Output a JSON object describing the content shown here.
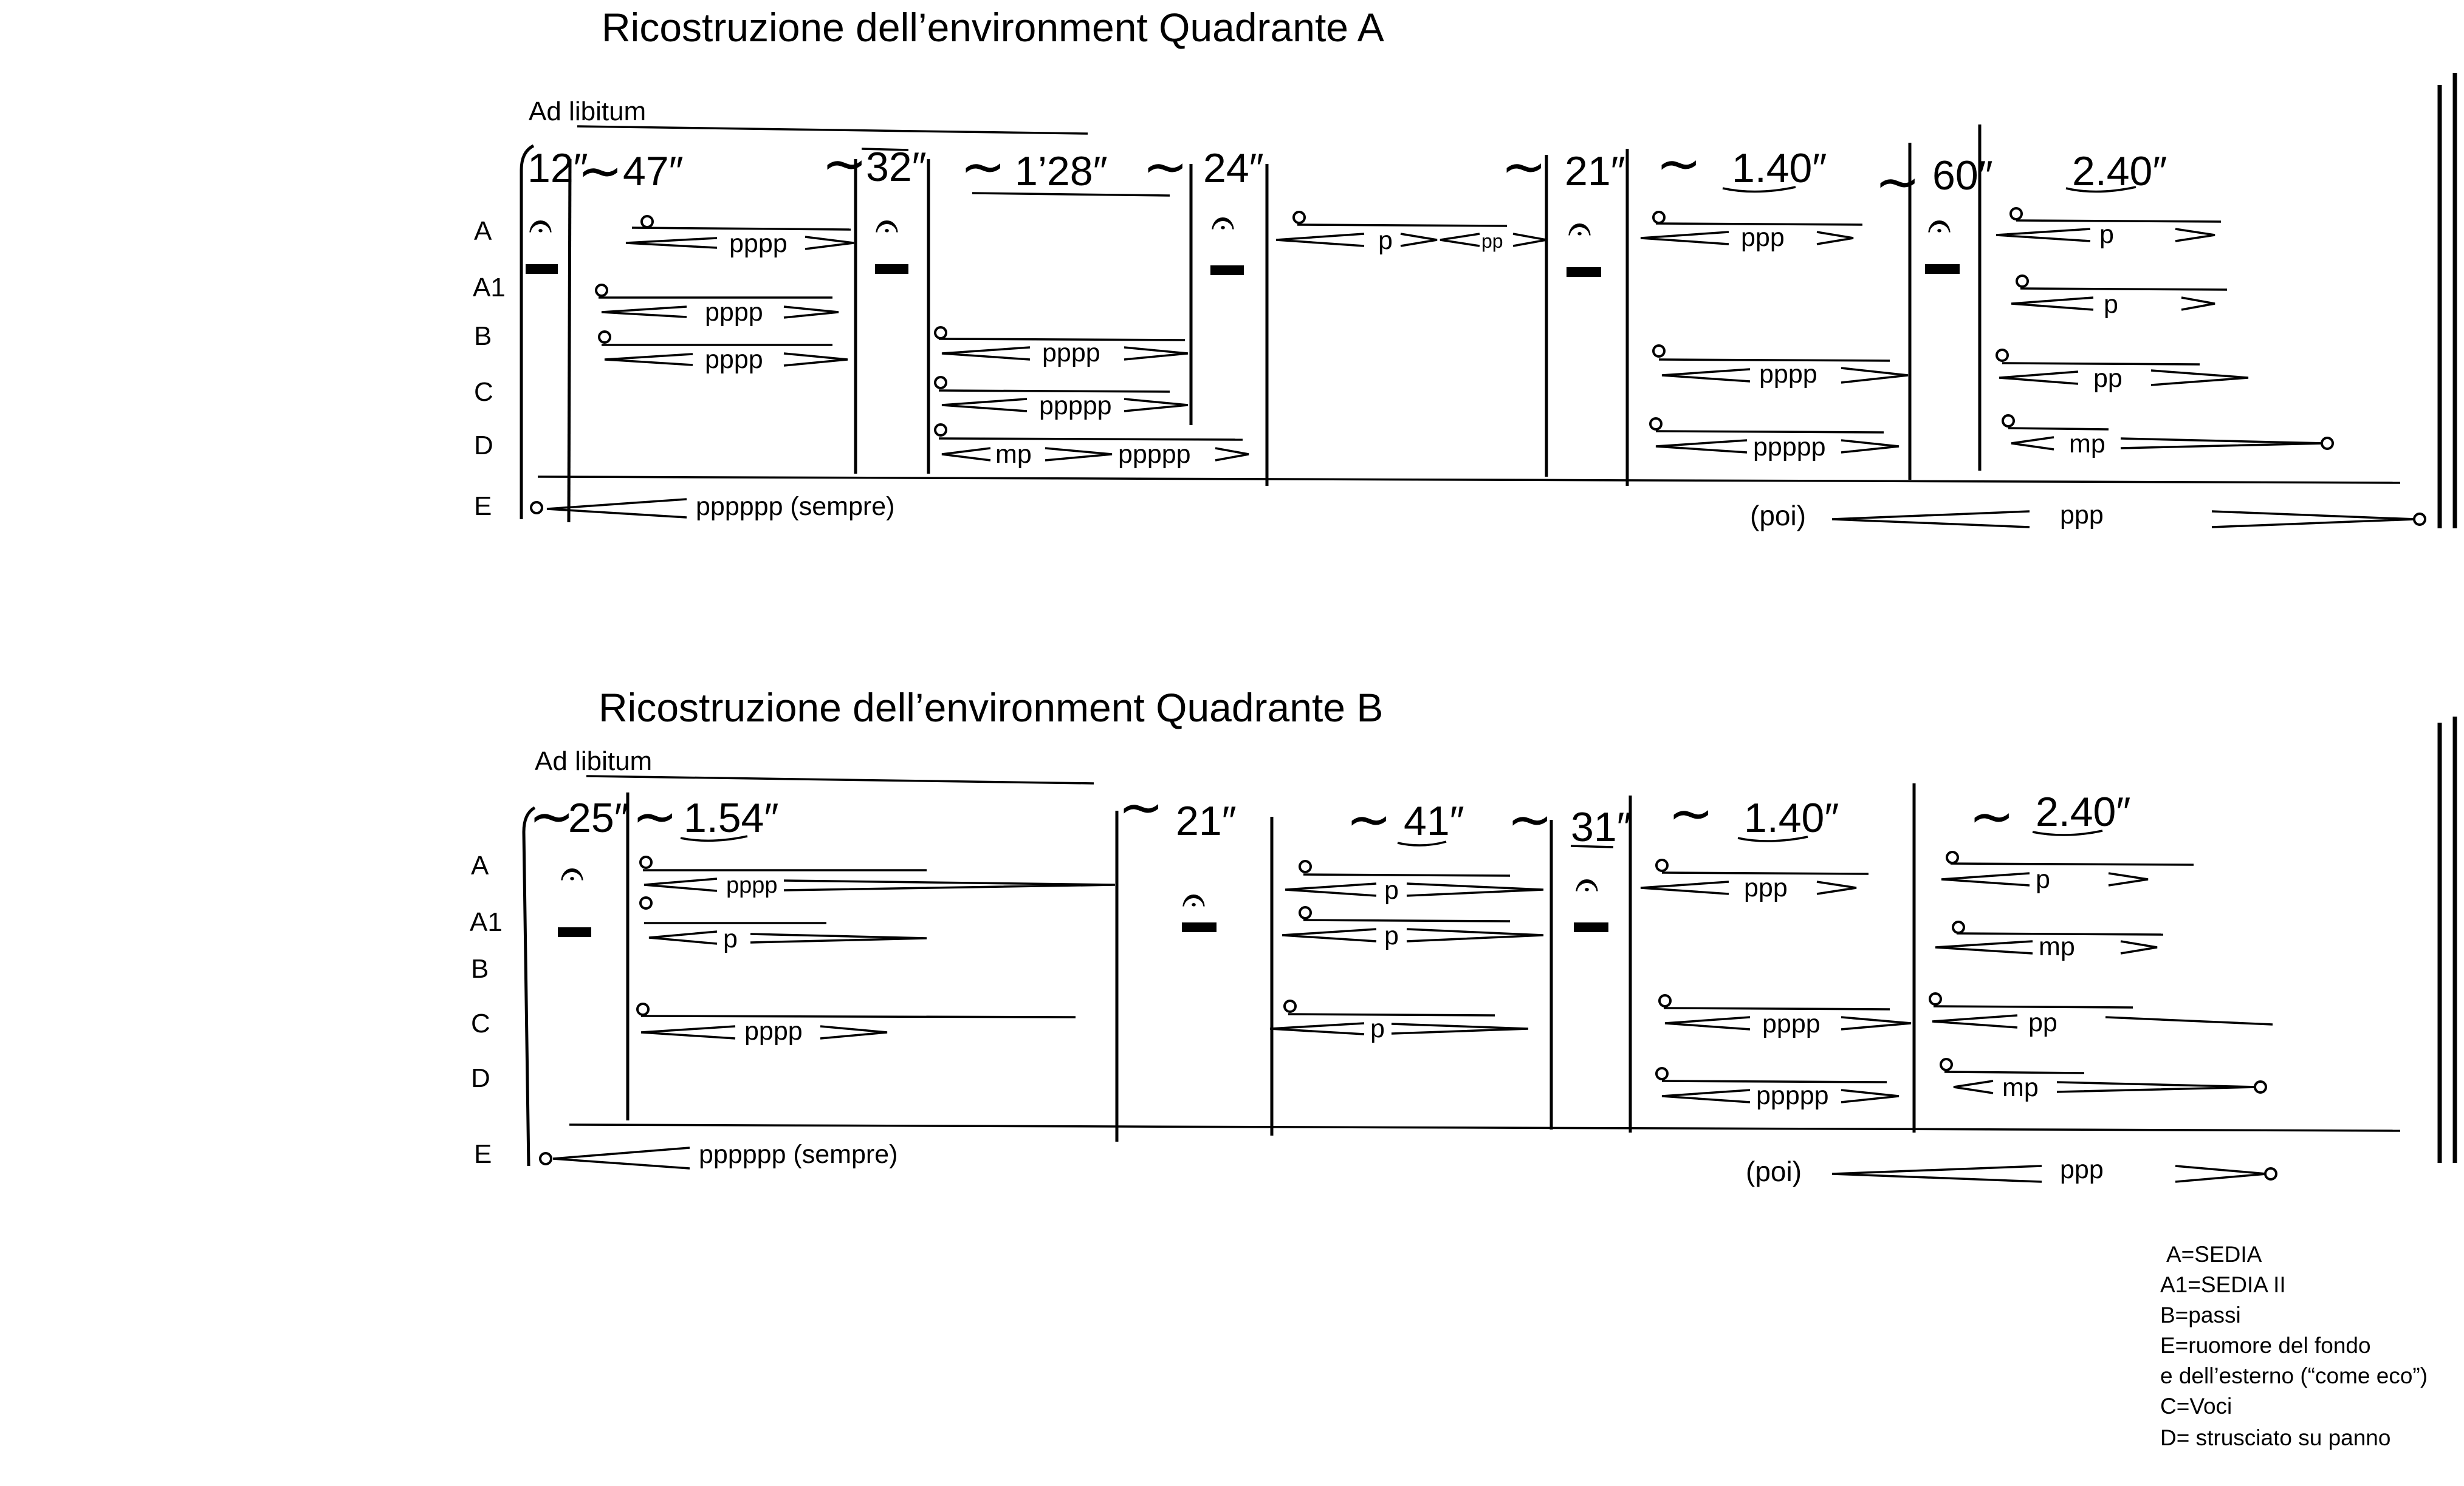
{
  "quadrante_a": {
    "title": "Ricostruzione dell’environment    Quadrante A",
    "ad_libitum": "Ad libitum",
    "row_labels": [
      "A",
      "A1",
      "B",
      "C",
      "D",
      "E"
    ],
    "times": [
      "12″",
      "47″",
      "32″",
      "1’28″",
      "24″",
      "21″",
      "1.40″",
      "60″",
      "2.40″"
    ],
    "tilde": "~",
    "fermata": "𝄐",
    "dynamics": {
      "s1_a": "pppp",
      "s1_a1": "pppp",
      "s1_b": "pppp",
      "s2_b": "pppp",
      "s2_c": "ppppp",
      "s2_d1": "mp",
      "s2_d2": "ppppp",
      "s3_a1": "p",
      "s3_a2": "pp",
      "s4_a": "ppp",
      "s4_c": "pppp",
      "s4_d": "ppppp",
      "s5_a": "p",
      "s5_a1": "p",
      "s5_b": "pp",
      "s5_d": "mp"
    },
    "e_text": "pppppp (sempre)",
    "poi": "(poi)",
    "poi_dyn": "ppp"
  },
  "quadrante_b": {
    "title": "Ricostruzione dell’environment    Quadrante B",
    "ad_libitum": "Ad libitum",
    "row_labels": [
      "A",
      "A1",
      "B",
      "C",
      "D",
      "E"
    ],
    "times": [
      "25″",
      "1.54″",
      "21″",
      "41″",
      "31″",
      "1.40″",
      "2.40″"
    ],
    "tilde": "~",
    "fermata": "𝄐",
    "dynamics": {
      "s1_a": "pppp",
      "s1_a1": "p",
      "s1_c": "pppp",
      "s3_a": "p",
      "s3_a1": "p",
      "s3_c": "p",
      "s4_a": "ppp",
      "s4_c": "pppp",
      "s4_d": "ppppp",
      "s5_a": "p",
      "s5_a1": "mp",
      "s5_c": "pp",
      "s5_d": "mp"
    },
    "e_text": "pppppp (sempre)",
    "poi": "(poi)",
    "poi_dyn": "ppp"
  },
  "legend": [
    "A=SEDIA",
    "A1=SEDIA II",
    "B=passi",
    "E=ruomore del fondo",
    "e dell’esterno (“come eco”)",
    "C=Voci",
    "D= strusciato su panno"
  ]
}
